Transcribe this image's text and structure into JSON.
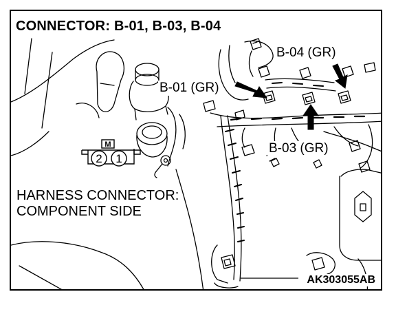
{
  "title": "CONNECTOR: B-01, B-03, B-04",
  "callouts": {
    "b01": "B-01 (GR)",
    "b03": "B-03 (GR)",
    "b04": "B-04 (GR)"
  },
  "harness_label": {
    "line1": "HARNESS CONNECTOR:",
    "line2": "COMPONENT SIDE"
  },
  "connector_symbol": {
    "tag": "M",
    "pins": [
      "2",
      "1"
    ]
  },
  "figure_code": "AK303055AB"
}
